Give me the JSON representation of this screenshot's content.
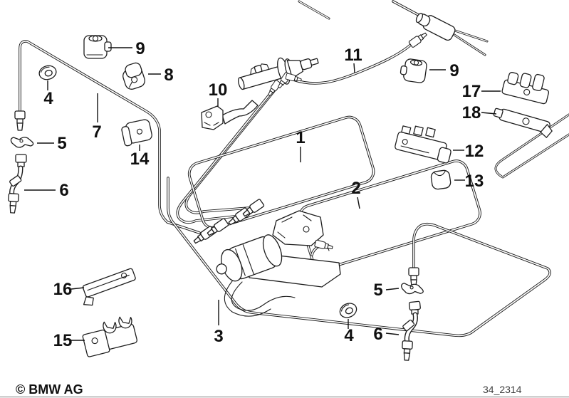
{
  "page": {
    "background": "#ffffff",
    "line_color": "#1c1c1c",
    "footer_rule_color": "#9a9a9a",
    "drawing_number_color": "#3f3f3f"
  },
  "footer": {
    "copyright": "© BMW AG",
    "drawing_number": "34_2314"
  },
  "callouts": {
    "c1": {
      "label": "1"
    },
    "c2": {
      "label": "2"
    },
    "c3": {
      "label": "3"
    },
    "c4a": {
      "label": "4"
    },
    "c4b": {
      "label": "4"
    },
    "c5a": {
      "label": "5"
    },
    "c5b": {
      "label": "5"
    },
    "c6a": {
      "label": "6"
    },
    "c6b": {
      "label": "6"
    },
    "c7": {
      "label": "7"
    },
    "c8": {
      "label": "8"
    },
    "c9a": {
      "label": "9"
    },
    "c9b": {
      "label": "9"
    },
    "c10": {
      "label": "10"
    },
    "c11": {
      "label": "11"
    },
    "c12": {
      "label": "12"
    },
    "c13": {
      "label": "13"
    },
    "c14": {
      "label": "14"
    },
    "c15": {
      "label": "15"
    },
    "c16": {
      "label": "16"
    },
    "c17": {
      "label": "17"
    },
    "c18": {
      "label": "18"
    }
  }
}
